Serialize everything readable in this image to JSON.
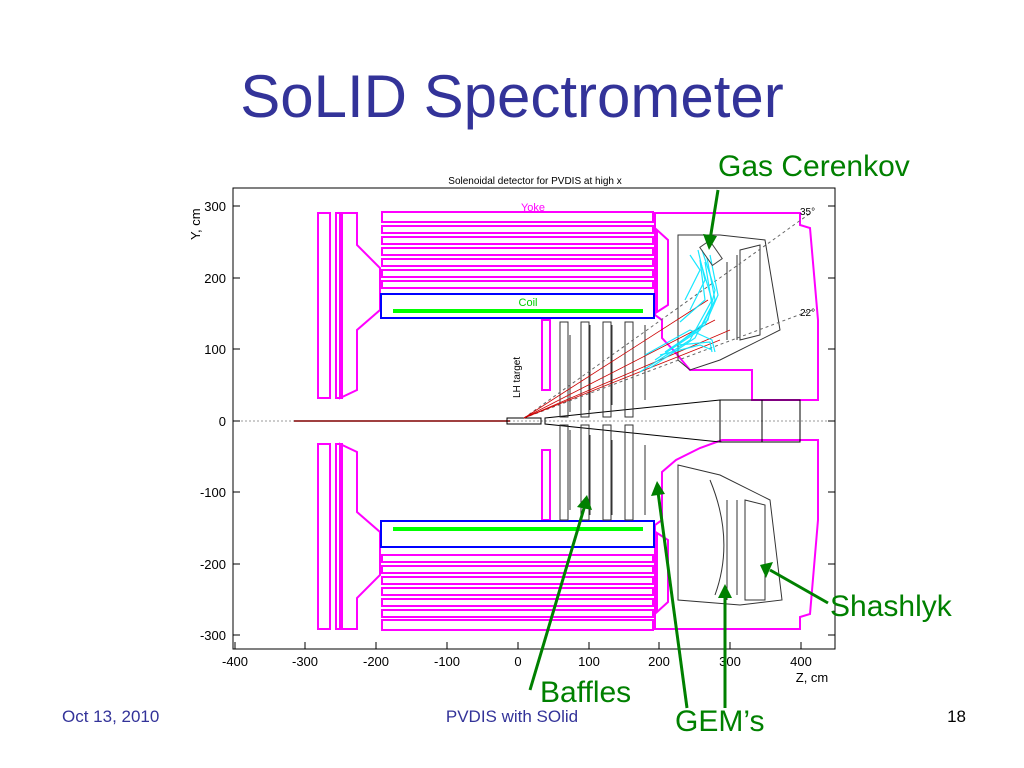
{
  "slide": {
    "title": "SoLID Spectrometer",
    "date": "Oct 13, 2010",
    "center_footer": "PVDIS with SOlid",
    "page_number": "18"
  },
  "callouts": {
    "gas_cerenkov": "Gas Cerenkov",
    "shashlyk": "Shashlyk",
    "baffles": "Baffles",
    "gems": "GEM’s"
  },
  "plot": {
    "title": "Solenoidal detector for PVDIS at high x",
    "x_label": "Z, cm",
    "y_label": "Y, cm",
    "x_ticks": [
      "-400",
      "-300",
      "-200",
      "-100",
      "0",
      "100",
      "200",
      "300",
      "400"
    ],
    "y_ticks": [
      "300",
      "200",
      "100",
      "0",
      "-100",
      "-200",
      "-300"
    ],
    "labels": {
      "yoke": "Yoke",
      "coil": "Coil",
      "target": "LH target",
      "angle_large": "35°",
      "angle_small": "22°"
    }
  },
  "colors": {
    "title_blue": "#333399",
    "callout_green": "#008000",
    "yoke_magenta": "#ff00ff",
    "coil_blue": "#0000ff",
    "coil_green": "#00ff00",
    "track_cyan": "#00e5ff",
    "track_red": "#cc0000"
  }
}
